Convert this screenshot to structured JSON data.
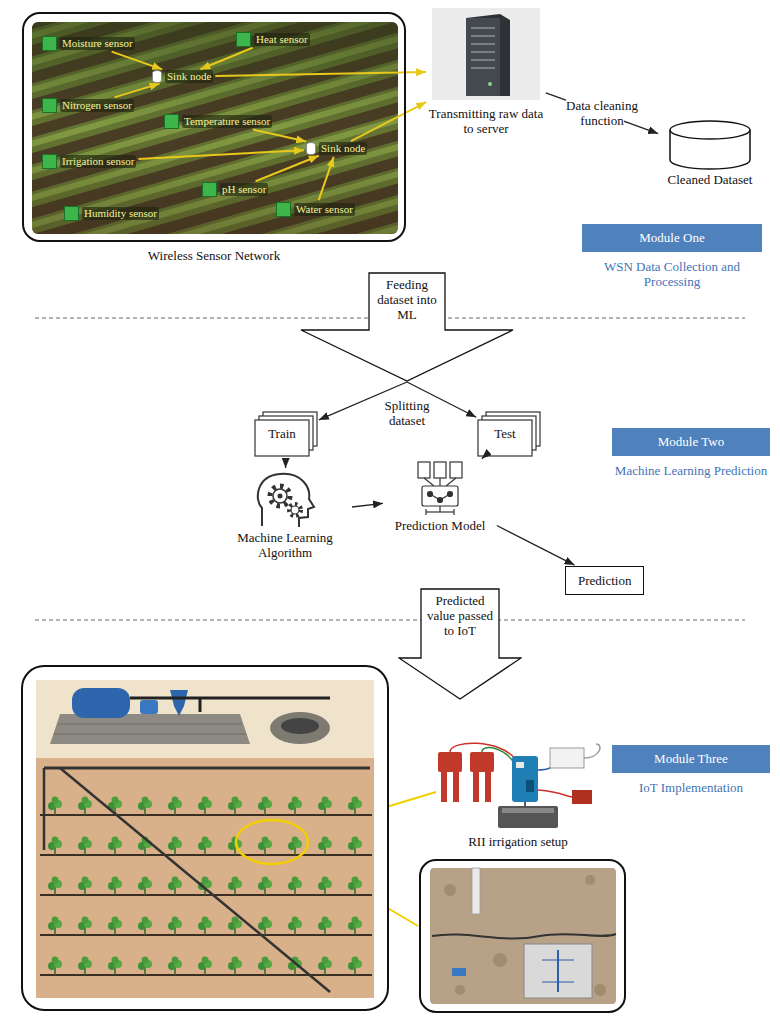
{
  "diagram": {
    "nodes": [
      {
        "text": [
          "Wireless Sensor Network"
        ]
      },
      {
        "text": [
          "Moisture sensor"
        ],
        "in": 0
      },
      {
        "text": [
          "Heat sensor"
        ],
        "in": 0
      },
      {
        "text": [
          "Sink node"
        ],
        "in": 0
      },
      {
        "text": [
          "Nitrogen sensor"
        ],
        "in": 0
      },
      {
        "text": [
          "Temperature sensor"
        ],
        "in": 0
      },
      {
        "text": [
          "Irrigation sensor"
        ],
        "in": 0
      },
      {
        "text": [
          "Sink node"
        ],
        "in": 0
      },
      {
        "text": [
          "pH sensor"
        ],
        "in": 0
      },
      {
        "text": [
          "Humidity sensor"
        ],
        "in": 0
      },
      {
        "text": [
          "Water sensor"
        ],
        "in": 0
      },
      {
        "text": [
          "Transmitting raw data to server"
        ]
      },
      {
        "text": [
          "Cleaned Dataset"
        ]
      },
      {
        "text": [
          "Module One",
          "WSN Data Collection and Processing"
        ]
      },
      {
        "text": [
          "Feeding dataset into ML"
        ]
      },
      {
        "text": [
          "Train"
        ]
      },
      {
        "text": [
          "Test"
        ]
      },
      {
        "text": [
          "Machine Learning Algorithm"
        ]
      },
      {
        "text": [
          "Prediction Model"
        ]
      },
      {
        "text": [
          "Prediction"
        ]
      },
      {
        "text": [
          "Module Two",
          "Machine Learning Prediction"
        ]
      },
      {
        "text": [
          "Predicted value passed to IoT"
        ]
      },
      {
        "text": [
          "RII irrigation setup"
        ]
      },
      {
        "text": [
          "Module Three",
          "IoT Implementation"
        ]
      }
    ],
    "edges": [
      {
        "from": 1,
        "to": 3,
        "arrow": "to"
      },
      {
        "from": 2,
        "to": 3,
        "arrow": "to"
      },
      {
        "from": 4,
        "to": 3,
        "arrow": "to"
      },
      {
        "from": 5,
        "to": 7,
        "arrow": "to"
      },
      {
        "from": 6,
        "to": 7,
        "arrow": "to"
      },
      {
        "from": 8,
        "to": 7,
        "arrow": "to"
      },
      {
        "from": 10,
        "to": 7,
        "arrow": "to"
      },
      {
        "from": 3,
        "to": 11,
        "arrow": "to"
      },
      {
        "from": 7,
        "to": 11,
        "arrow": "to"
      },
      {
        "from": 11,
        "to": 12,
        "label": "Data cleaning function",
        "arrow": "to"
      },
      {
        "from": 14,
        "to": 15,
        "arrow": "to"
      },
      {
        "from": 14,
        "to": 16,
        "arrow": "to"
      },
      {
        "from": 15,
        "to": 17,
        "arrow": "to"
      },
      {
        "from": 16,
        "to": 18,
        "arrow": "to"
      },
      {
        "from": 17,
        "to": 18,
        "arrow": "to"
      },
      {
        "from": 18,
        "to": 19,
        "arrow": "to"
      }
    ],
    "labels": [
      "Splitting dataset"
    ]
  }
}
